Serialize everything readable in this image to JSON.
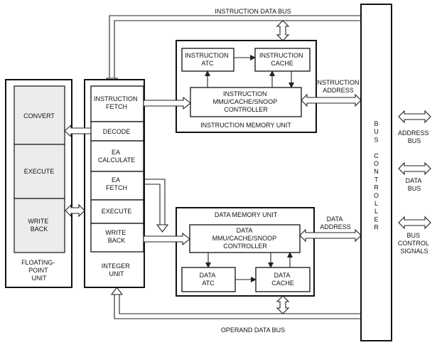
{
  "buses": {
    "instruction_data_bus": "INSTRUCTION DATA BUS",
    "operand_data_bus": "OPERAND DATA BUS"
  },
  "fpu": {
    "stages": [
      "CONVERT",
      "EXECUTE",
      [
        "WRITE",
        "BACK"
      ]
    ],
    "title": [
      "FLOATING-",
      "POINT",
      "UNIT"
    ]
  },
  "integer_unit": {
    "stages": [
      [
        "INSTRUCTION",
        "FETCH"
      ],
      "DECODE",
      [
        "EA",
        "CALCULATE"
      ],
      [
        "EA",
        "FETCH"
      ],
      "EXECUTE",
      [
        "WRITE",
        "BACK"
      ]
    ],
    "title": [
      "INTEGER",
      "UNIT"
    ]
  },
  "imu": {
    "title": "INSTRUCTION MEMORY UNIT",
    "atc": [
      "INSTRUCTION",
      "ATC"
    ],
    "cache": [
      "INSTRUCTION",
      "CACHE"
    ],
    "controller": [
      "INSTRUCTION",
      "MMU/CACHE/SNOOP",
      "CONTROLLER"
    ]
  },
  "dmu": {
    "title": "DATA MEMORY UNIT",
    "controller": [
      "DATA",
      "MMU/CACHE/SNOOP",
      "CONTROLLER"
    ],
    "atc": [
      "DATA",
      "ATC"
    ],
    "cache": [
      "DATA",
      "CACHE"
    ]
  },
  "address_labels": {
    "instruction": [
      "INSTRUCTION",
      "ADDRESS"
    ],
    "data": [
      "DATA",
      "ADDRESS"
    ]
  },
  "bus_controller": [
    "B",
    "U",
    "S",
    "",
    "C",
    "O",
    "N",
    "T",
    "R",
    "O",
    "L",
    "L",
    "E",
    "R"
  ],
  "external": {
    "address_bus": [
      "ADDRESS",
      "BUS"
    ],
    "data_bus": [
      "DATA",
      "BUS"
    ],
    "bus_control": [
      "BUS",
      "CONTROL",
      "SIGNALS"
    ]
  }
}
